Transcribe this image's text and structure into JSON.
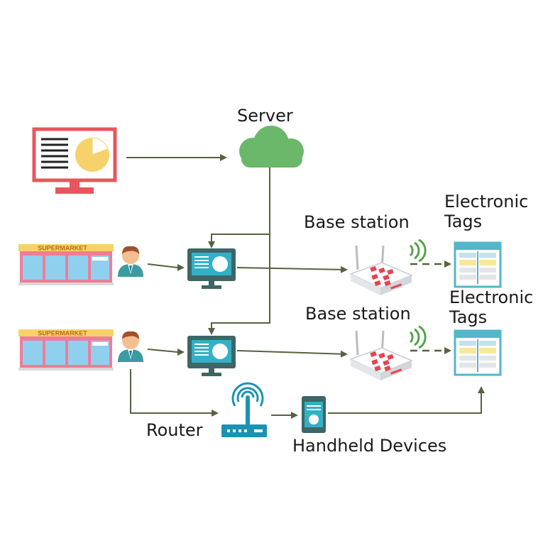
{
  "labels": {
    "server": "Server",
    "base_station_1": "Base station",
    "base_station_2": "Base station",
    "electronic_tags_1": "Electronic\nTags",
    "electronic_tags_2": "Electronic\nTags",
    "router": "Router",
    "handheld_devices": "Handheld Devices"
  },
  "store_sign": "SUPERMARKET",
  "colors": {
    "connector": "#55633f",
    "cloud": "#6bb86a",
    "monitor_frame": "#e8555c",
    "chart": "#f7d26a",
    "terminal": "#3d6666",
    "screen": "#33b0c8",
    "tag_frame": "#52b7c9",
    "tag_cell": "#f7e79a",
    "router_blue": "#1a93b3",
    "base_station_red": "#e8434f",
    "shirt": "#3a9ba3",
    "skin": "#f4bf90",
    "hair": "#a0522d",
    "store_front": "#8fd0ee",
    "store_wall": "#f07c99",
    "store_sign": "#f7d26a",
    "signal": "#55a34a"
  },
  "icons": [
    "monitor-icon",
    "cloud-icon",
    "supermarket-icon",
    "person-icon",
    "terminal-icon",
    "base-station-icon",
    "wifi-signal-icon",
    "electronic-tag-icon",
    "router-icon",
    "handheld-device-icon"
  ]
}
